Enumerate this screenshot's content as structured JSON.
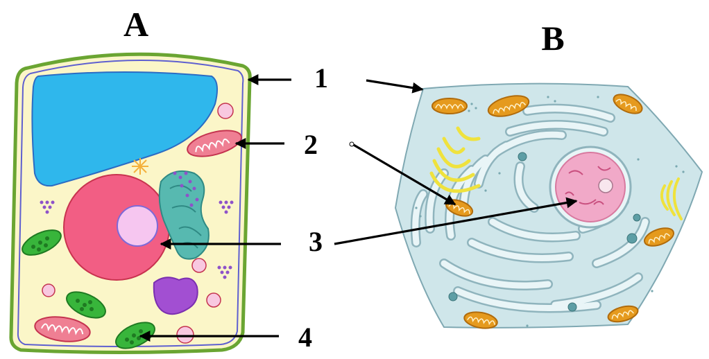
{
  "titles": {
    "cell_a": "A",
    "cell_b": "B"
  },
  "labels": {
    "one": "1",
    "two": "2",
    "three": "3",
    "four": "4"
  },
  "colors": {
    "plant_wall": "#6aa532",
    "plant_cytoplasm": "#fbf6c8",
    "plant_vacuole": "#2fb7ec",
    "plant_nucleus": "#f25e84",
    "plant_nucleolus": "#f6c6f0",
    "plant_mito": "#ef7f93",
    "chloroplast": "#38b53b",
    "golgi_plant": "#57b9b0",
    "animal_cytoplasm": "#cfe6ea",
    "animal_nucleus": "#f1a9c8",
    "animal_mito": "#e59a1e",
    "animal_golgi": "#efe23d",
    "er": "#e9f5f7"
  }
}
